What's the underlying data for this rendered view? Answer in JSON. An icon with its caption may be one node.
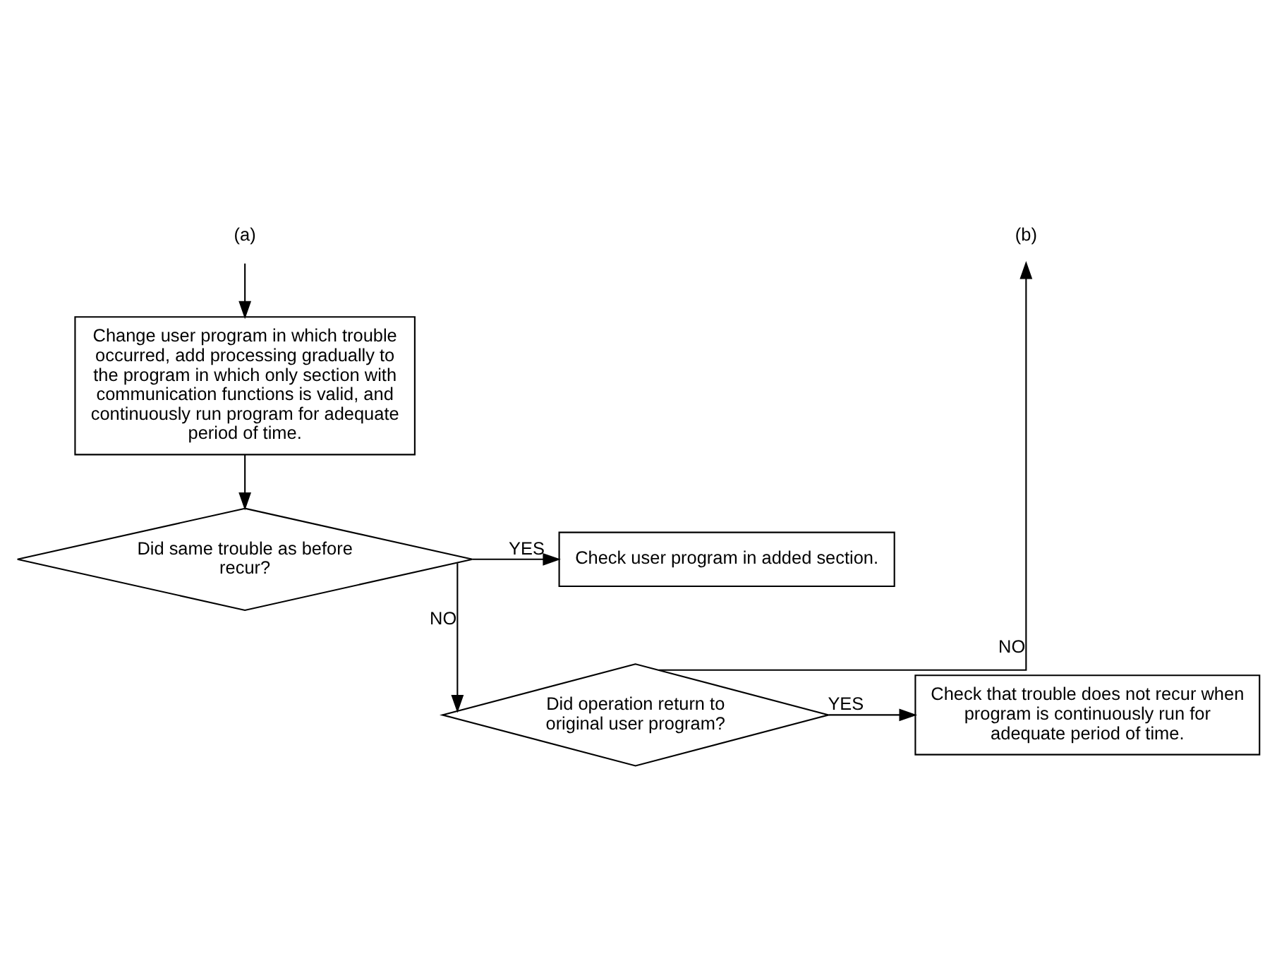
{
  "diagram": {
    "nodes": [
      {
        "text": [
          "(a)"
        ]
      },
      {
        "text": [
          "Change user program in which trouble occurred, add processing gradually to the program in which only section with communication functions is valid, and continuously run program for adequate period of time."
        ]
      },
      {
        "text": [
          "Did same trouble as before recur?"
        ]
      },
      {
        "text": [
          "Check user program in added section."
        ]
      },
      {
        "text": [
          "Did operation return to original user program?"
        ]
      },
      {
        "text": [
          "Check that trouble does not recur when program is continuously run for adequate period of time."
        ]
      },
      {
        "text": [
          "(b)"
        ]
      }
    ],
    "edges": [
      {
        "from": 0,
        "to": 1,
        "arrow": "to"
      },
      {
        "from": 1,
        "to": 2,
        "arrow": "to"
      },
      {
        "from": 2,
        "to": 3,
        "arrow": "to",
        "label": "YES"
      },
      {
        "from": 2,
        "to": 4,
        "arrow": "to",
        "label": "NO"
      },
      {
        "from": 4,
        "to": 5,
        "arrow": "to",
        "label": "YES"
      },
      {
        "from": 4,
        "to": 6,
        "arrow": "to",
        "label": "NO"
      }
    ]
  }
}
